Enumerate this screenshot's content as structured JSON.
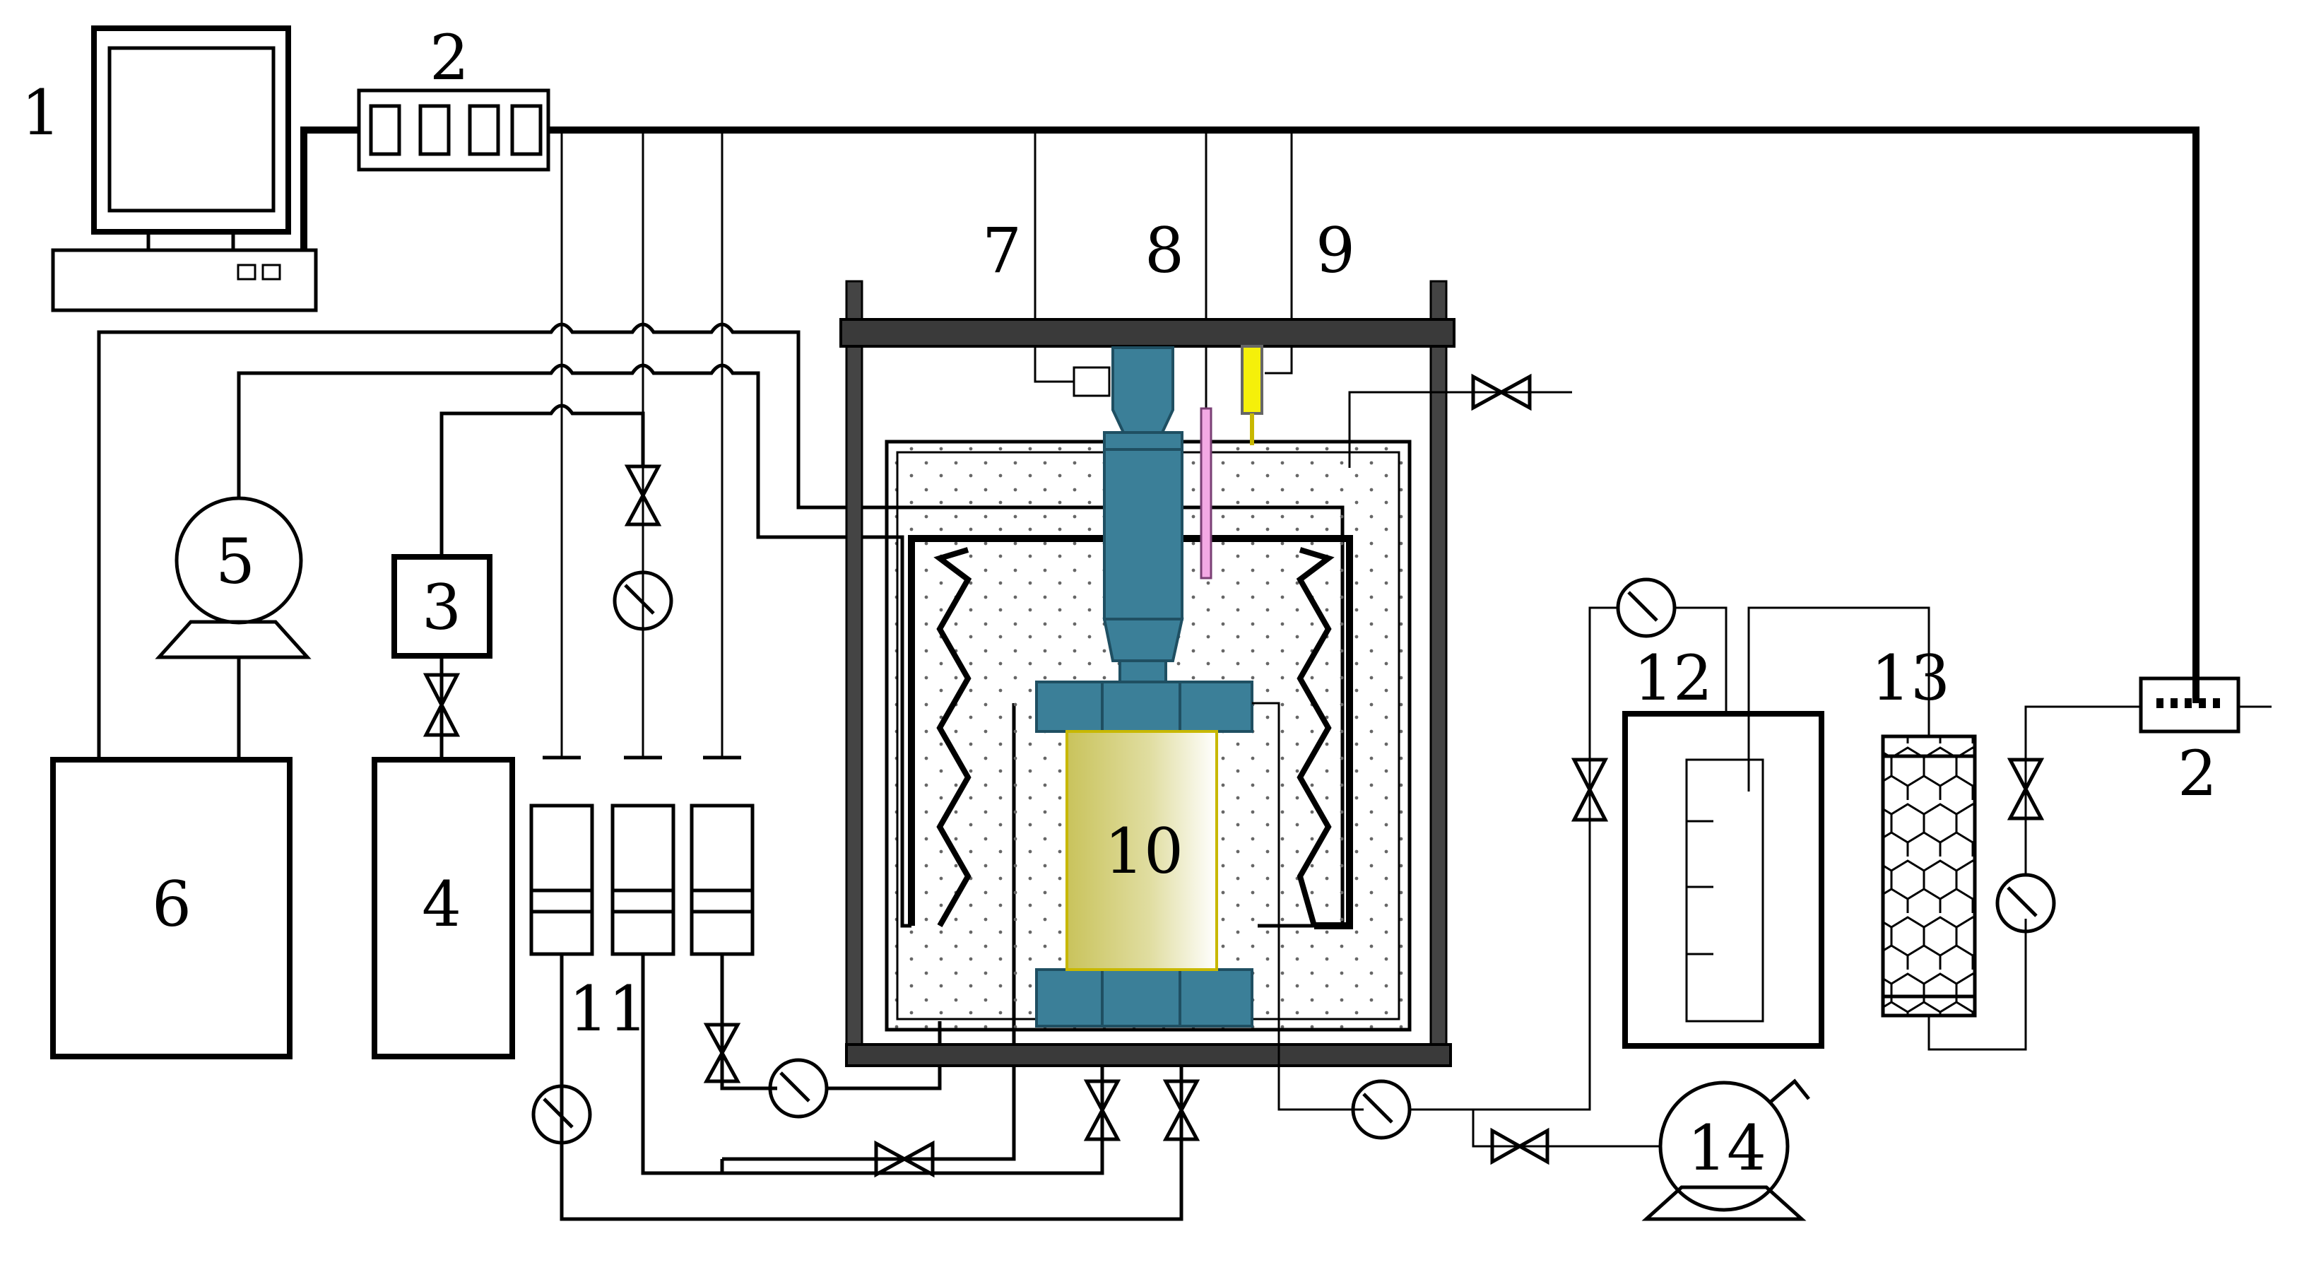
{
  "labels": {
    "computer": "1",
    "controller_left": "2",
    "controller_right": "2",
    "box3": "3",
    "box4": "4",
    "pump5": "5",
    "box6": "6",
    "lead7": "7",
    "lead8": "8",
    "lead9": "9",
    "sample10": "10",
    "syringes11": "11",
    "vessel12": "12",
    "column13": "13",
    "pump14": "14"
  },
  "colors": {
    "steel": "#3b7f98",
    "sample_top": "#d2d07a",
    "sample_bottom": "#ffffff",
    "sensor_yellow": "#f5f00a",
    "probe_pink": "#f3a9e4",
    "line": "#000000"
  }
}
